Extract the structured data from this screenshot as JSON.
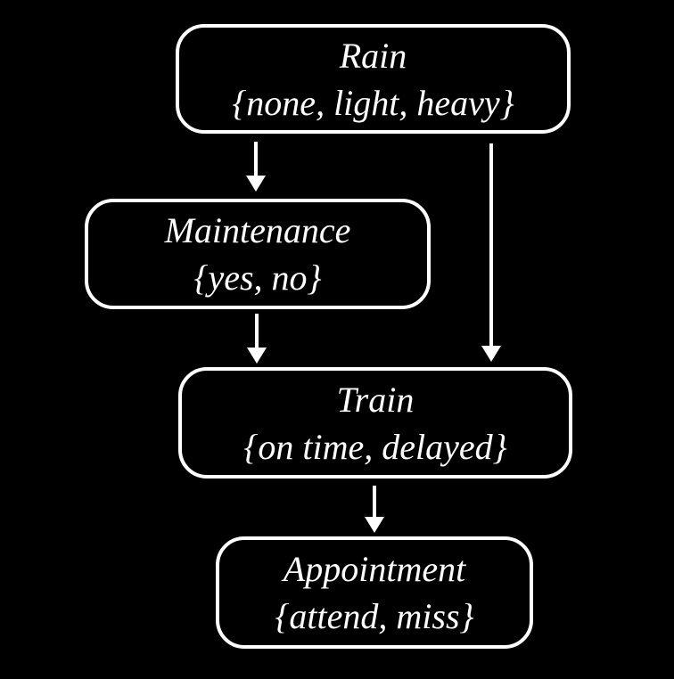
{
  "diagram": {
    "type": "bayesian-network",
    "colors": {
      "background": "#000000",
      "node_border": "#ffffff",
      "node_text": "#ffffff",
      "edge": "#ffffff"
    },
    "nodes": {
      "rain": {
        "name": "Rain",
        "domain": "{none, light, heavy}"
      },
      "maintenance": {
        "name": "Maintenance",
        "domain": "{yes, no}"
      },
      "train": {
        "name": "Train",
        "domain": "{on time, delayed}"
      },
      "appointment": {
        "name": "Appointment",
        "domain": "{attend, miss}"
      }
    },
    "edges": [
      {
        "from": "Rain",
        "to": "Maintenance"
      },
      {
        "from": "Rain",
        "to": "Train"
      },
      {
        "from": "Maintenance",
        "to": "Train"
      },
      {
        "from": "Train",
        "to": "Appointment"
      }
    ]
  }
}
